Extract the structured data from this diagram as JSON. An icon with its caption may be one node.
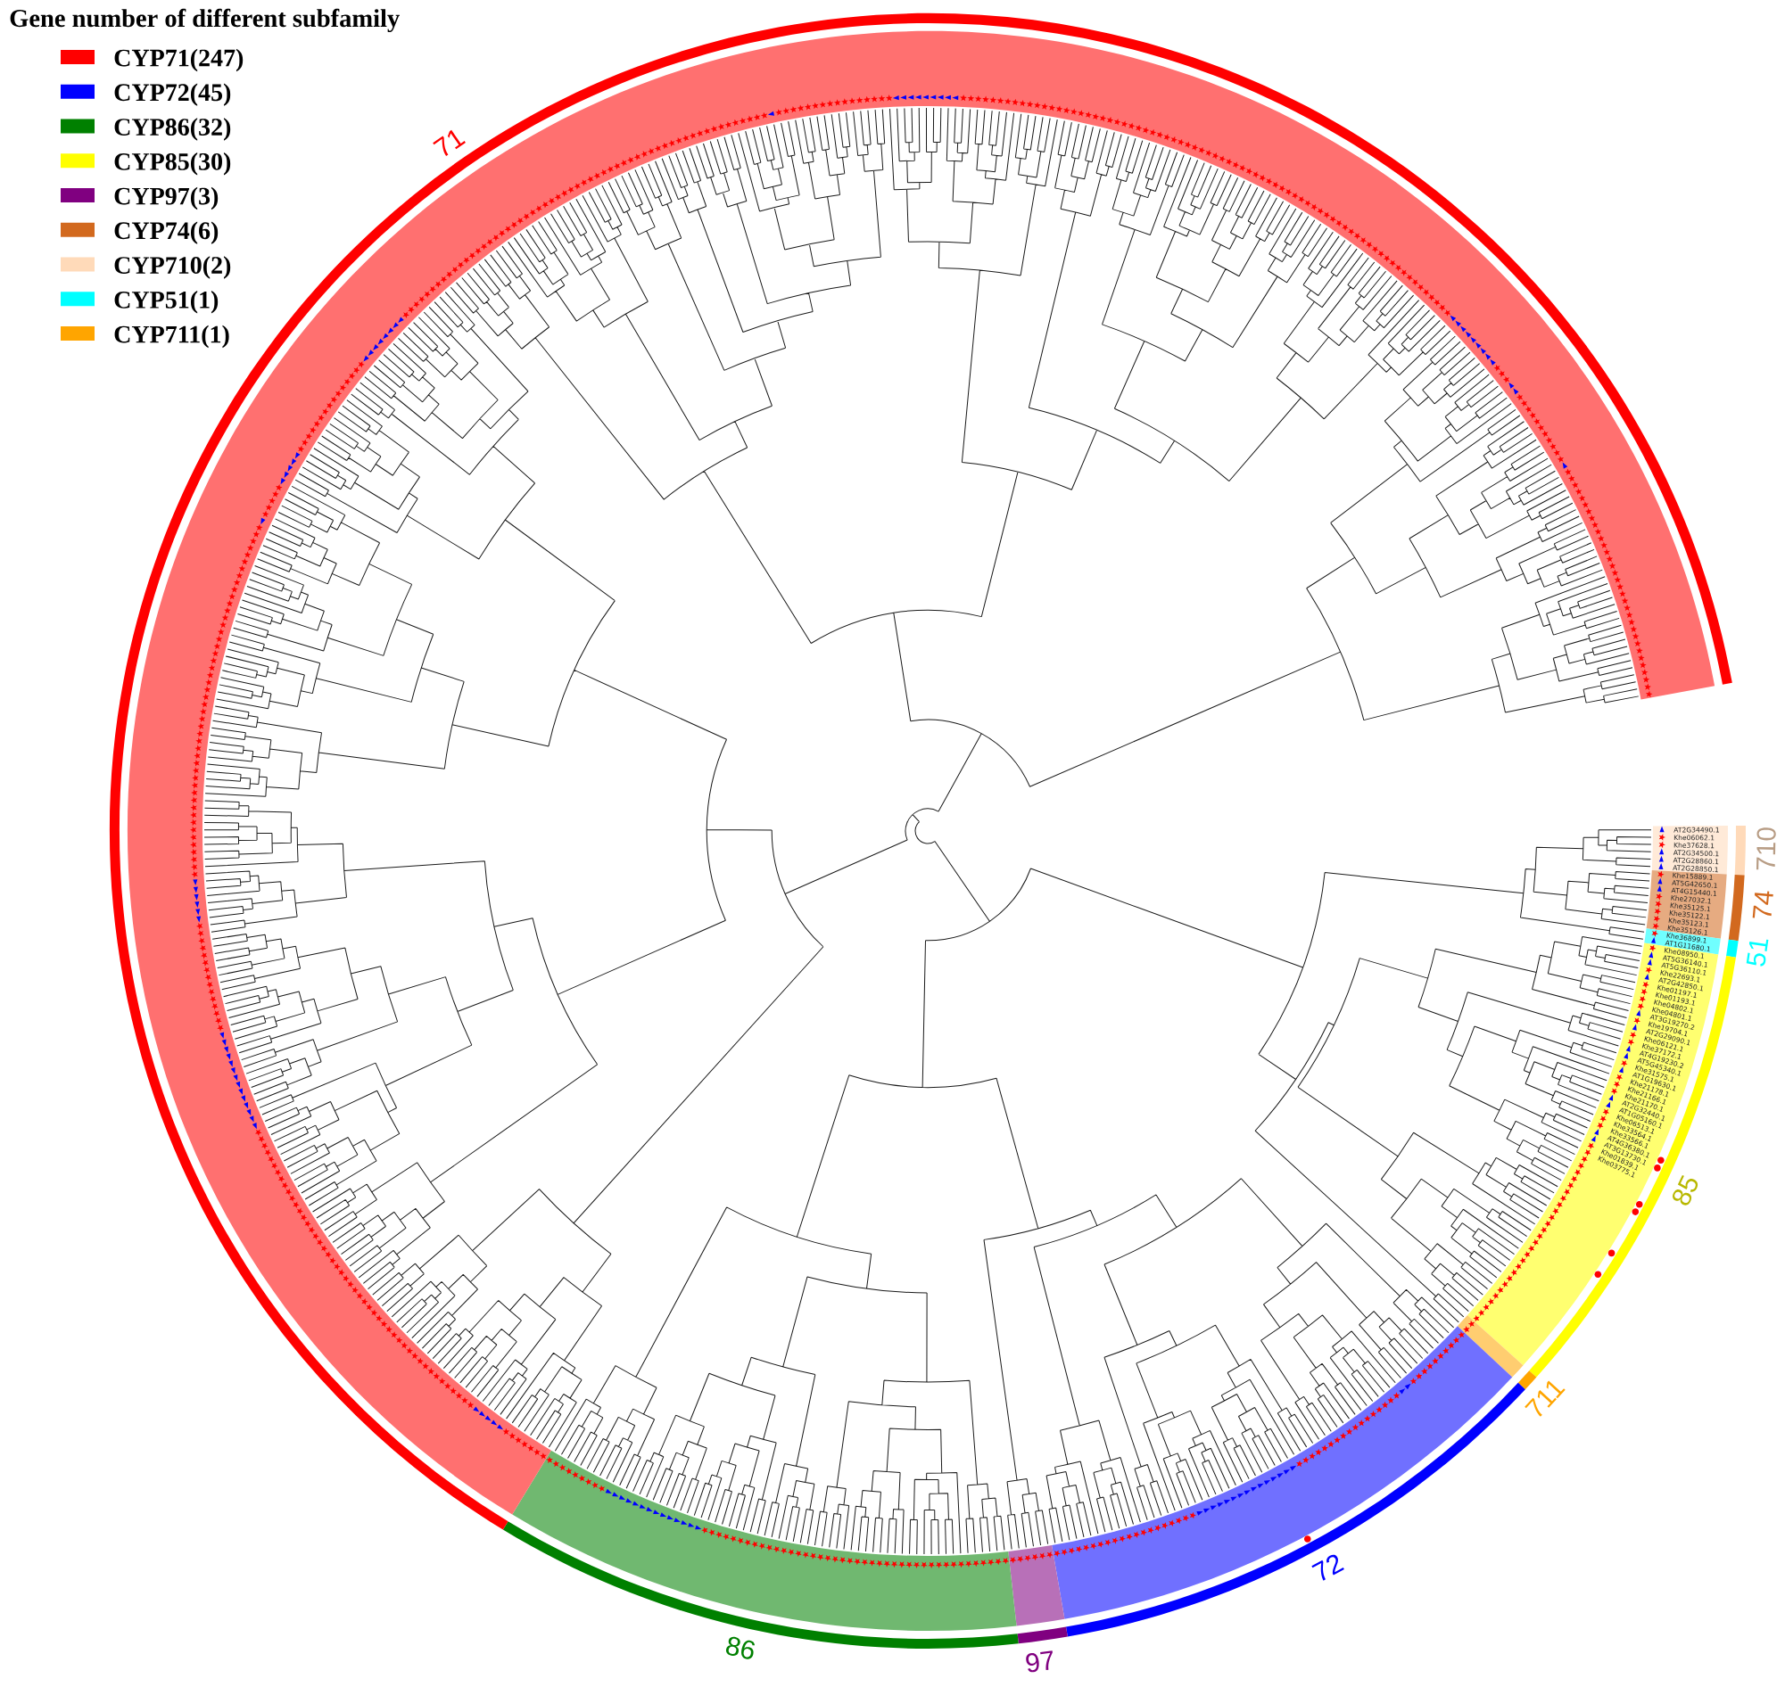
{
  "diagram": {
    "title": "Gene number of different subfamily",
    "labels": [
      "71",
      "710",
      "74",
      "51",
      "85",
      "711",
      "72",
      "86",
      "97",
      "AT2G34490.1",
      "Khe06062.1",
      "Khe37628.1",
      "AT2G34500.1",
      "AT2G28860.1",
      "AT2G28850.1",
      "Khe15889.1",
      "AT5G42650.1",
      "AT4G15440.1",
      "Khe27032.1",
      "Khe35125.1",
      "Khe35122.1",
      "Khe35123.1",
      "Khe35126.1",
      "Khe36899.1",
      "AT1G11680.1",
      "Khe08950.1",
      "AT5G36140.1",
      "AT5G36110.1",
      "Khe22693.1",
      "AT2G42850.1",
      "Khe01197.1",
      "Khe01193.1",
      "Khe04802.1",
      "Khe04801.1",
      "AT3G19270.2",
      "Khe19704.1",
      "AT2G29090.1",
      "Khe06121.1",
      "Khe37172.1",
      "AT4G19230.2",
      "AT5G45340.1",
      "Khe31575.1",
      "AT1G19630.1",
      "Khe21178.1",
      "Khe21166.1",
      "Khe21170.1",
      "AT2G32440.1",
      "AT1G05160.1",
      "Khe06513.1",
      "Khe33564.1",
      "Khe33566.1",
      "AT4G36380.1",
      "AT3G13730.1",
      "Khe01839.1",
      "Khe03775.1"
    ],
    "legend": [
      {
        "text": "CYP71(247)",
        "color": "#ff0000"
      },
      {
        "text": "CYP72(45)",
        "color": "#0000ff"
      },
      {
        "text": "CYP86(32)",
        "color": "#008000"
      },
      {
        "text": "CYP85(30)",
        "color": "#ffff00"
      },
      {
        "text": "CYP97(3)",
        "color": "#800080"
      },
      {
        "text": "CYP74(6)",
        "color": "#d2691e"
      },
      {
        "text": "CYP710(2)",
        "color": "#ffdab9"
      },
      {
        "text": "CYP51(1)",
        "color": "#00ffff"
      },
      {
        "text": "CYP711(1)",
        "color": "#ffa500"
      }
    ]
  }
}
